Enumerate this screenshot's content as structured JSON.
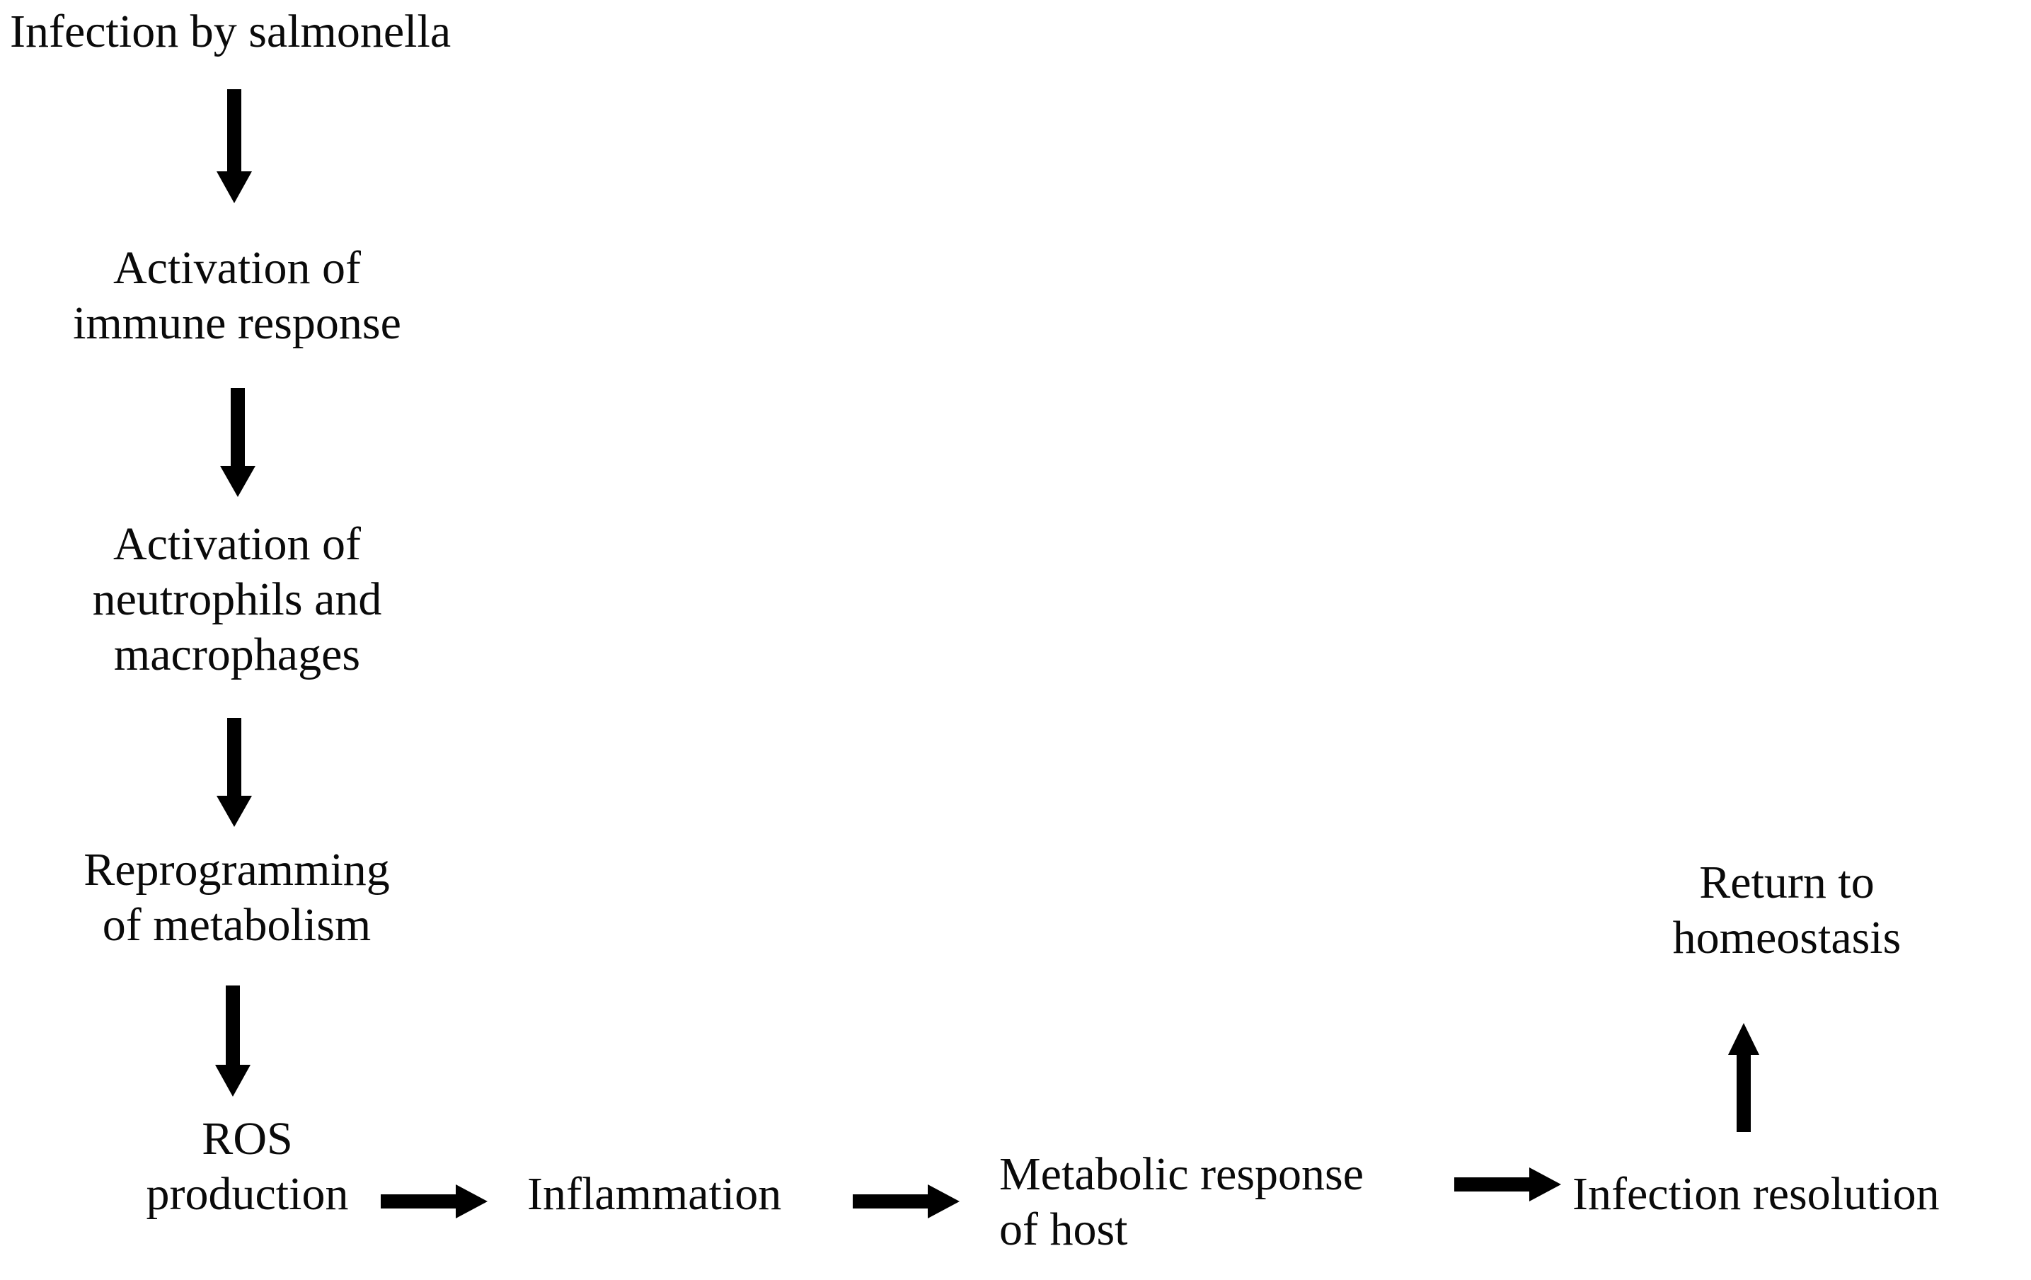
{
  "diagram": {
    "title_present": false,
    "background_color": "#ffffff",
    "ink_color": "#000000",
    "nodes": [
      {
        "id": "infection",
        "label": "Infection by salmonella"
      },
      {
        "id": "immune",
        "label": "Activation of\nimmune response"
      },
      {
        "id": "neutrophils",
        "label": "Activation of\nneutrophils and\nmacrophages"
      },
      {
        "id": "reprogramming",
        "label": "Reprogramming\nof metabolism"
      },
      {
        "id": "ros",
        "label": "ROS\nproduction"
      },
      {
        "id": "inflammation",
        "label": "Inflammation"
      },
      {
        "id": "metabolic",
        "label": "Metabolic response\nof host"
      },
      {
        "id": "resolution",
        "label": "Infection resolution"
      },
      {
        "id": "homeostasis",
        "label": "Return to\nhomeostasis"
      }
    ],
    "edges": [
      {
        "from": "infection",
        "to": "immune",
        "direction": "down"
      },
      {
        "from": "immune",
        "to": "neutrophils",
        "direction": "down"
      },
      {
        "from": "neutrophils",
        "to": "reprogramming",
        "direction": "down"
      },
      {
        "from": "reprogramming",
        "to": "ros",
        "direction": "down"
      },
      {
        "from": "ros",
        "to": "inflammation",
        "direction": "right"
      },
      {
        "from": "inflammation",
        "to": "metabolic",
        "direction": "right"
      },
      {
        "from": "metabolic",
        "to": "resolution",
        "direction": "right"
      },
      {
        "from": "resolution",
        "to": "homeostasis",
        "direction": "up"
      }
    ]
  }
}
